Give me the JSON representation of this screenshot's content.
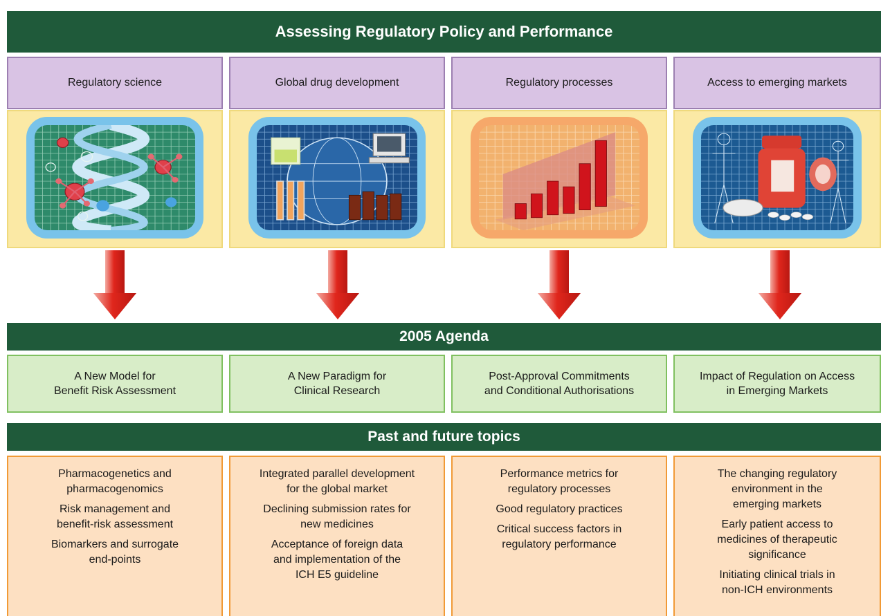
{
  "title": "Assessing Regulatory Policy and Performance",
  "columns": [
    {
      "heading": "Regulatory science",
      "illustration": "molecules-dna-icon"
    },
    {
      "heading": "Global drug development",
      "illustration": "globe-lab-computer-icon"
    },
    {
      "heading": "Regulatory processes",
      "illustration": "bar-chart-3d-icon"
    },
    {
      "heading": "Access to emerging markets",
      "illustration": "medicine-bottle-body-icon"
    }
  ],
  "agenda": {
    "title": "2005 Agenda",
    "items": [
      {
        "line1": "A New Model for",
        "line2": "Benefit Risk Assessment"
      },
      {
        "line1": "A New Paradigm for",
        "line2": "Clinical Research"
      },
      {
        "line1": "Post-Approval Commitments",
        "line2": "and Conditional Authorisations"
      },
      {
        "line1": "Impact of Regulation on Access",
        "line2": "in Emerging Markets"
      }
    ]
  },
  "topics": {
    "title": "Past and future topics",
    "columns": [
      {
        "items": [
          [
            "Pharmacogenetics and",
            "pharmacogenomics"
          ],
          [
            "Risk management and",
            "benefit-risk assessment"
          ],
          [
            "Biomarkers and surrogate",
            "end-points"
          ]
        ]
      },
      {
        "items": [
          [
            "Integrated parallel development",
            "for the global market"
          ],
          [
            "Declining submission rates for",
            "new medicines"
          ],
          [
            "Acceptance of foreign data",
            "and implementation of the",
            "ICH E5 guideline"
          ]
        ]
      },
      {
        "items": [
          [
            "Performance metrics for",
            "regulatory processes"
          ],
          [
            "Good regulatory practices"
          ],
          [
            "Critical success factors in",
            "regulatory performance"
          ]
        ]
      },
      {
        "items": [
          [
            "The changing regulatory",
            "environment in the",
            "emerging markets"
          ],
          [
            "Early patient access to",
            "medicines of therapeutic",
            "significance"
          ],
          [
            "Initiating clinical trials in",
            "non-ICH environments"
          ]
        ]
      }
    ]
  },
  "colors": {
    "banner": "#1f5a3a",
    "heading_fill": "#d9c3e4",
    "picture_fill": "#fbe9a5",
    "agenda_fill": "#d8edc8",
    "topics_fill": "#fde0c2",
    "arrow": "#d9261c"
  }
}
